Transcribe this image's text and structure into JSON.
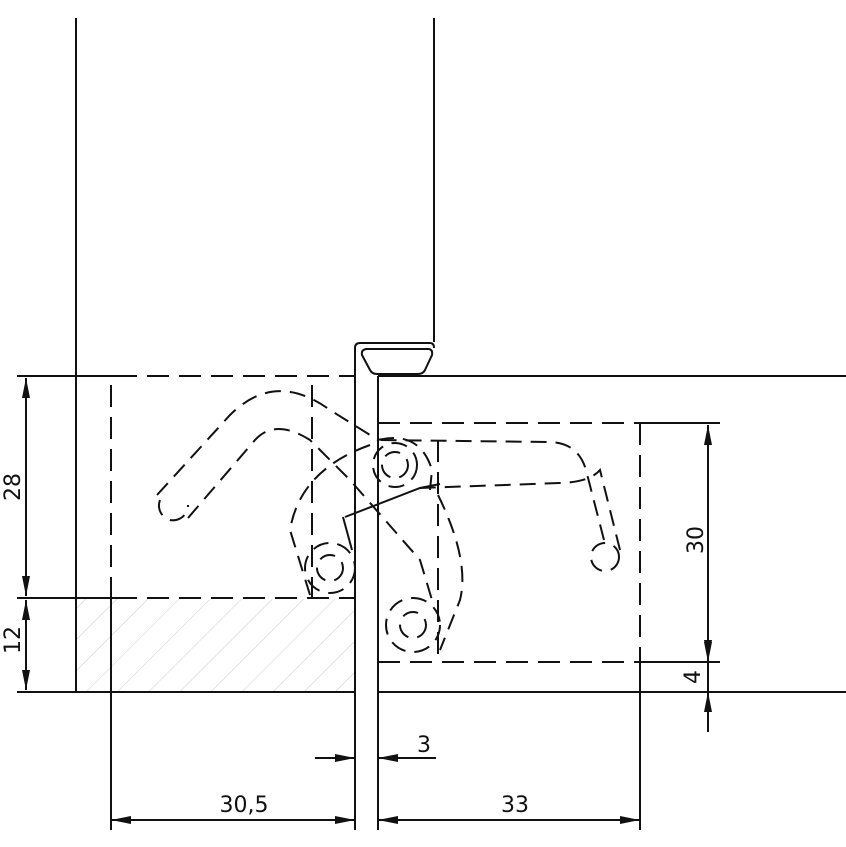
{
  "dimensions": {
    "left_upper_height": "28",
    "left_lower_height": "12",
    "right_height": "30",
    "right_offset": "4",
    "gap": "3",
    "left_depth": "30,5",
    "right_depth": "33"
  }
}
